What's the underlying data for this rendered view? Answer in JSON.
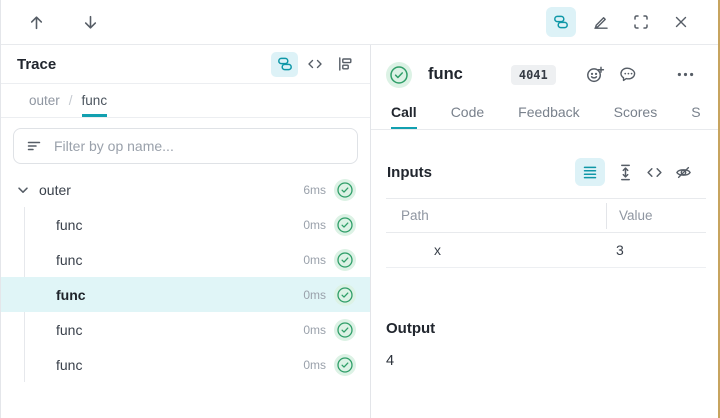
{
  "topbar": {
    "nav": [
      {
        "name": "previous-call",
        "icon": "arrow-up-icon"
      },
      {
        "name": "next-call",
        "icon": "arrow-down-icon"
      }
    ],
    "actions": [
      {
        "name": "trace-view",
        "icon": "stack-icon",
        "active": true
      },
      {
        "name": "edit",
        "icon": "pencil-icon",
        "active": false
      },
      {
        "name": "fullscreen",
        "icon": "expand-icon",
        "active": false
      },
      {
        "name": "close",
        "icon": "close-icon",
        "active": false
      }
    ]
  },
  "trace_panel": {
    "title": "Trace",
    "view_toggles": [
      {
        "name": "tree-view",
        "icon": "stack-icon",
        "active": true
      },
      {
        "name": "code-view",
        "icon": "code-icon",
        "active": false
      },
      {
        "name": "flame-view",
        "icon": "flame-graph-icon",
        "active": false
      }
    ],
    "breadcrumb": {
      "separator": "/",
      "items": [
        {
          "label": "outer",
          "active": false
        },
        {
          "label": "func",
          "active": true
        }
      ]
    },
    "filter": {
      "placeholder": "Filter by op name...",
      "icon": "filter-lines-icon"
    },
    "tree_rows": [
      {
        "label": "outer",
        "duration": "6ms",
        "depth": 0,
        "expanded": true,
        "selected": false,
        "status": "success"
      },
      {
        "label": "func",
        "duration": "0ms",
        "depth": 1,
        "selected": false,
        "status": "success"
      },
      {
        "label": "func",
        "duration": "0ms",
        "depth": 1,
        "selected": false,
        "status": "success"
      },
      {
        "label": "func",
        "duration": "0ms",
        "depth": 1,
        "selected": true,
        "status": "success"
      },
      {
        "label": "func",
        "duration": "0ms",
        "depth": 1,
        "selected": false,
        "status": "success"
      },
      {
        "label": "func",
        "duration": "0ms",
        "depth": 1,
        "selected": false,
        "status": "success"
      }
    ]
  },
  "call_panel": {
    "status": "success",
    "title": "func",
    "id_badge": "4041",
    "header_actions": [
      {
        "name": "add-reaction",
        "icon": "smiley-plus-icon"
      },
      {
        "name": "comments",
        "icon": "comment-dots-icon"
      },
      {
        "name": "more-options",
        "icon": "more-dots-icon"
      }
    ],
    "tabs": [
      {
        "label": "Call",
        "active": true
      },
      {
        "label": "Code",
        "active": false
      },
      {
        "label": "Feedback",
        "active": false
      },
      {
        "label": "Scores",
        "active": false
      },
      {
        "label": "S",
        "active": false,
        "truncated": true
      }
    ],
    "inputs": {
      "heading": "Inputs",
      "view_toggles": [
        {
          "name": "table-view",
          "icon": "list-lines-icon",
          "active": true
        },
        {
          "name": "expand-rows",
          "icon": "expand-vertical-icon",
          "active": false
        },
        {
          "name": "code-view",
          "icon": "code-icon",
          "active": false
        },
        {
          "name": "hidden-fields",
          "icon": "eye-off-icon",
          "active": false
        }
      ],
      "table": {
        "columns": [
          "Path",
          "Value"
        ],
        "rows": [
          {
            "path": "x",
            "value": "3"
          }
        ]
      }
    },
    "output": {
      "heading": "Output",
      "value": "4"
    }
  },
  "colors": {
    "accent_teal": "#12a0b0",
    "accent_teal_bg": "#ddf2f7",
    "selected_row_bg": "#e0f5f7",
    "success_green": "#2f9e68",
    "success_green_bg": "#dcf2e5",
    "edge_gold": "#c7a45f",
    "text_primary": "#21262e",
    "text_secondary": "#8f96a1",
    "border": "#e8eaed"
  }
}
